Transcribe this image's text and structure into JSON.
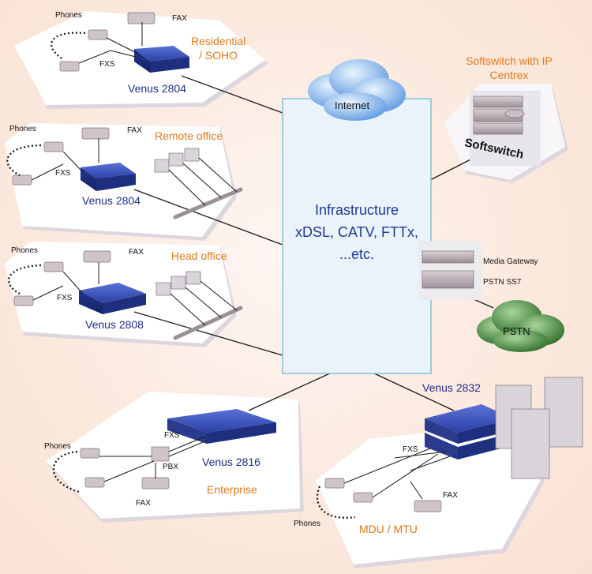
{
  "diagram": {
    "core": {
      "box_lines": [
        "Infrastructure",
        "xDSL, CATV, FTTx,",
        "...etc."
      ],
      "internet_label": "Internet",
      "pstn_label": "PSTN"
    },
    "sites": {
      "residential": {
        "title_lines": [
          "Residential",
          "/ SOHO"
        ],
        "device": "Venus 2804",
        "phones": "Phones",
        "fax": "FAX",
        "fxs": "FXS"
      },
      "remote": {
        "title": "Remote office",
        "device": "Venus 2804",
        "phones": "Phones",
        "fax": "FAX",
        "fxs": "FXS"
      },
      "head": {
        "title": "Head office",
        "device": "Venus 2808",
        "phones": "Phones",
        "fax": "FAX",
        "fxs": "FXS"
      },
      "enterprise": {
        "title": "Enterprise",
        "device": "Venus 2816",
        "phones": "Phones",
        "fax": "FAX",
        "fxs": "FXS",
        "pbx": "PBX"
      },
      "mdu": {
        "title": "MDU / MTU",
        "device": "Venus 2832",
        "phones": "Phones",
        "fax": "FAX",
        "fxs": "FXS"
      }
    },
    "softswitch": {
      "title_lines": [
        "Softswitch with IP",
        "Centrex"
      ],
      "device_label": "Softswitch"
    },
    "gateway": {
      "media_gateway": "Media Gateway",
      "pstn_ss7": "PSTN SS7"
    },
    "colors": {
      "site_title": "#e07a1c",
      "device_label": "#1c2f86",
      "device_body": "#2f48b0",
      "cloud_internet": "#7fb0e6",
      "cloud_pstn": "#4f8a44",
      "infra_box": "#e9f2fb"
    }
  }
}
